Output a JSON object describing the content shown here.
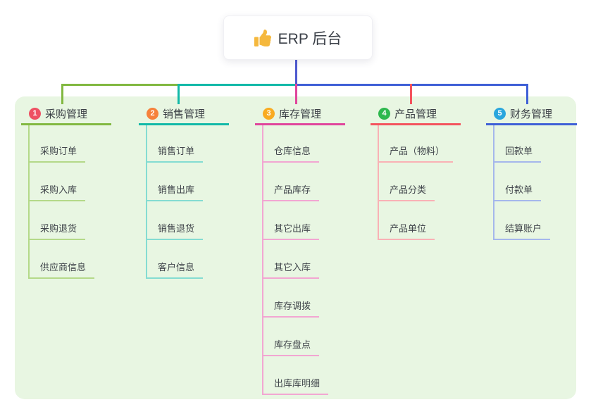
{
  "root": {
    "label": "ERP 后台",
    "icon": "thumbs-up-icon"
  },
  "theme": {
    "page_bg": "#ffffff",
    "panel_bg": "#e8f6e2",
    "root_connector": "#4e59cf",
    "text": "#3b4046"
  },
  "categories": [
    {
      "badge": "1",
      "badge_color": "#ee5163",
      "line_color": "#82b841",
      "light_line_color": "#b4d989",
      "label": "采购管理",
      "children": [
        "采购订单",
        "采购入库",
        "采购退货",
        "供应商信息"
      ]
    },
    {
      "badge": "2",
      "badge_color": "#f6813b",
      "line_color": "#12b9a8",
      "light_line_color": "#84dcd2",
      "label": "销售管理",
      "children": [
        "销售订单",
        "销售出库",
        "销售退货",
        "客户信息"
      ]
    },
    {
      "badge": "3",
      "badge_color": "#f9ab21",
      "line_color": "#e0459c",
      "light_line_color": "#f2a6d2",
      "label": "库存管理",
      "children": [
        "仓库信息",
        "产品库存",
        "其它出库",
        "其它入库",
        "库存调拨",
        "库存盘点",
        "出库库明细"
      ]
    },
    {
      "badge": "4",
      "badge_color": "#2eb84e",
      "line_color": "#f4545e",
      "light_line_color": "#f9b1b5",
      "label": "产品管理",
      "children": [
        "产品（物料）",
        "产品分类",
        "产品单位"
      ]
    },
    {
      "badge": "5",
      "badge_color": "#29a6dd",
      "line_color": "#3f60d6",
      "light_line_color": "#a5b7ec",
      "label": "财务管理",
      "children": [
        "回款单",
        "付款单",
        "结算账户"
      ]
    }
  ]
}
